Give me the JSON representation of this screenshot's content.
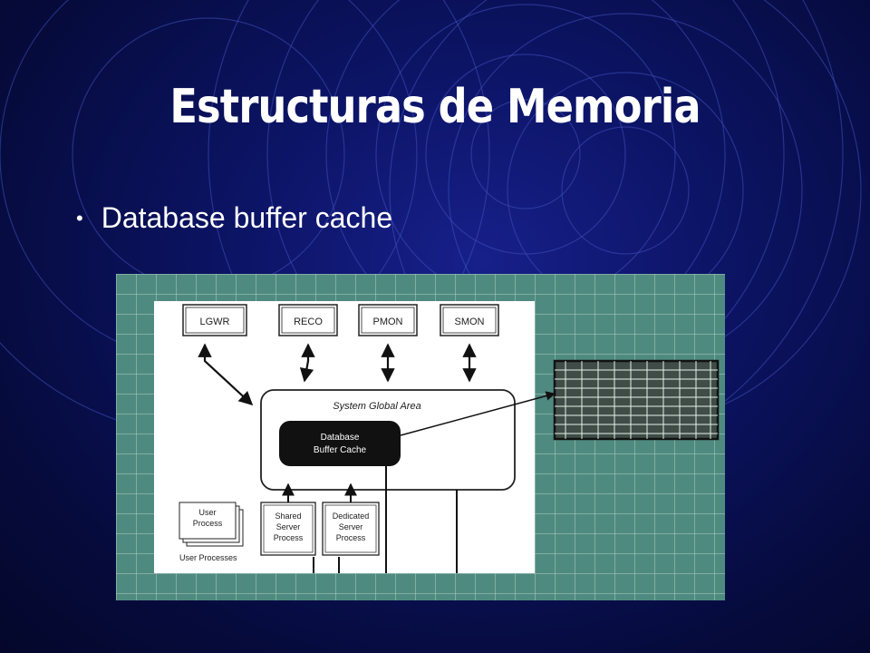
{
  "slide": {
    "title": "Estructuras de Memoria",
    "bullets": [
      {
        "text": "Database buffer cache"
      }
    ]
  },
  "diagram": {
    "processes": [
      "LGWR",
      "RECO",
      "PMON",
      "SMON"
    ],
    "sga_label": "System Global Area",
    "cache_label_line1": "Database",
    "cache_label_line2": "Buffer Cache",
    "user_process_box_line1": "User",
    "user_process_box_line2": "Process",
    "user_processes_caption": "User Processes",
    "shared_server_line1": "Shared",
    "shared_server_line2": "Server",
    "shared_server_line3": "Process",
    "dedicated_server_line1": "Dedicated",
    "dedicated_server_line2": "Server",
    "dedicated_server_line3": "Process"
  },
  "colors": {
    "background": "#0c1466",
    "text": "#ffffff",
    "diagram_background": "#4f8a80",
    "cache_fill": "#111111"
  }
}
